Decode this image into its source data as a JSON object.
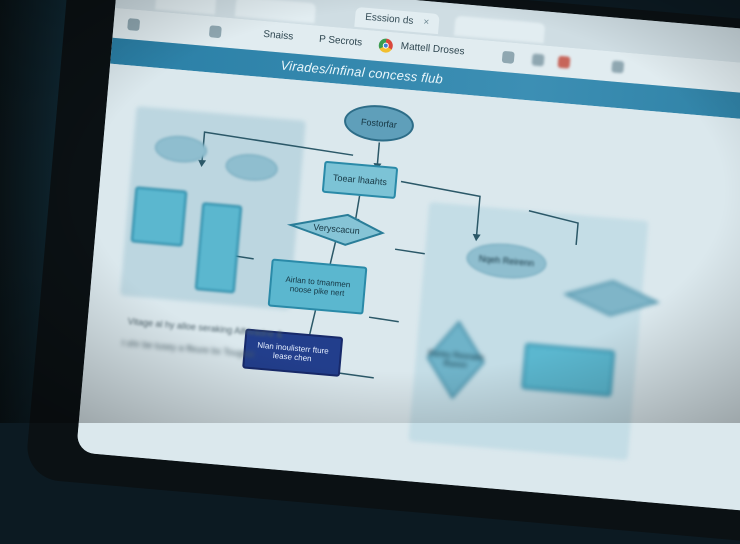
{
  "browser": {
    "tab_title": "Esssion ds",
    "tab_close": "×",
    "toolbar_items": [
      "Snaiss",
      "P Secrots",
      "Mattell Droses"
    ]
  },
  "page": {
    "banner_title": "Virades/infinal concess flub"
  },
  "flowchart": {
    "start_node": "Fostorfar",
    "process_node": "Toear lhaahts",
    "decision_node": "Veryscacun",
    "io_node": "Airlan to tmanmen\nnoose pike nert",
    "final_node": "Nlan inoulisterr fture\nlease chen",
    "right_oval": "Nqeh Reirenn",
    "right_diamond": "Rariey Resnaiin\nRonnn"
  },
  "body_text": [
    "Vitage al hy alloe seraking Aifrivadne &",
    "t ohr be tusey a ffeure bs Tougnsi"
  ],
  "colors": {
    "banner": "#2a7fa6",
    "node_teal": "#5bb7cf",
    "node_dark": "#223e8c",
    "node_oval": "#5f9fba"
  }
}
